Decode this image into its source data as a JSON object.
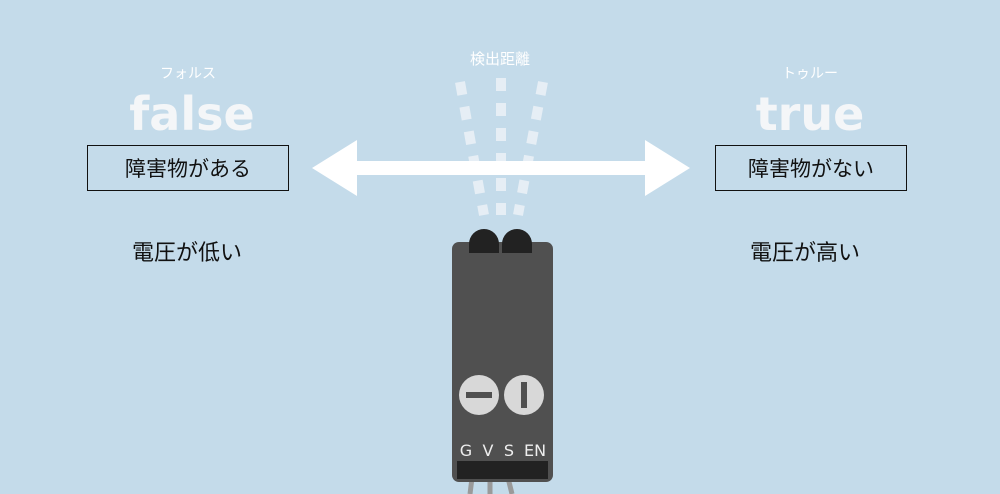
{
  "left": {
    "reading": "フォルス",
    "value": "false",
    "condition": "障害物がある",
    "voltage": "電圧が低い"
  },
  "right": {
    "reading": "トゥルー",
    "value": "true",
    "condition": "障害物がない",
    "voltage": "電圧が高い"
  },
  "detection_label": "検出距離",
  "pins": [
    "G",
    "V",
    "S",
    "EN"
  ],
  "colors": {
    "background": "#c4dbea",
    "body": "#505050",
    "dark": "#222222",
    "screw": "#d8d8d8"
  }
}
